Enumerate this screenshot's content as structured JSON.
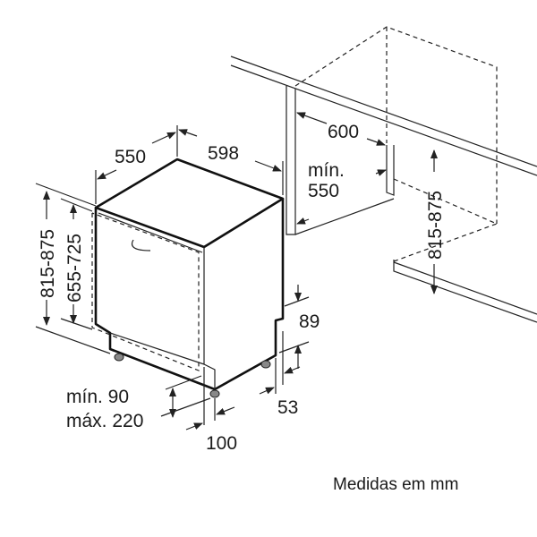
{
  "title": "Dishwasher installation dimensions",
  "dimensions": {
    "appliance_depth": "550",
    "appliance_width": "598",
    "niche_width": "600",
    "niche_depth_line1": "mín.",
    "niche_depth_line2": "550",
    "niche_height": "815-875",
    "appliance_height": "815-875",
    "door_height": "655-725",
    "plinth_height": "89",
    "plinth_depth": "53",
    "toe_kick_min": "mín. 90",
    "toe_kick_max": "máx. 220",
    "toe_kick_depth": "100"
  },
  "caption": "Medidas em mm"
}
